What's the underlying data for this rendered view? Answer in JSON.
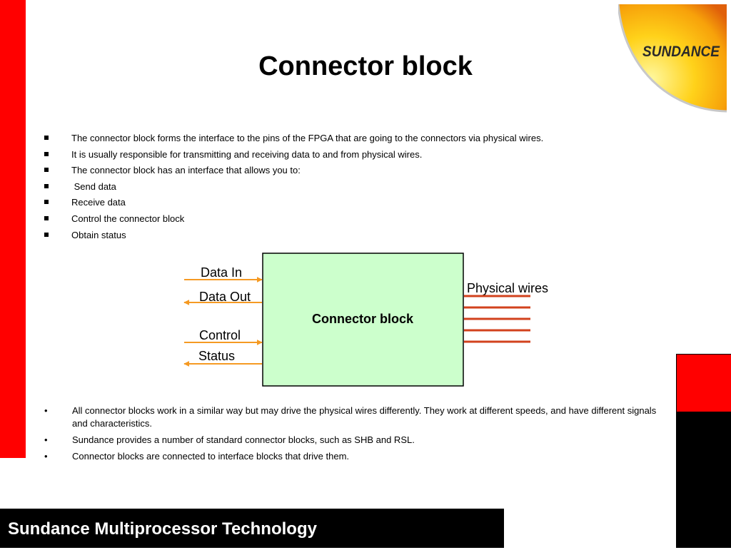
{
  "slide": {
    "title": "Connector block",
    "logo_text": "SUNDANCE",
    "footer": "Sundance Multiprocessor Technology"
  },
  "top_bullets": [
    "The connector block forms the interface to the pins of the FPGA that are going to the connectors via physical wires.",
    "It is usually responsible for transmitting and receiving data to and from physical wires.",
    "The connector block has an interface that allows you to:",
    " Send data",
    "Receive data",
    "Control the connector block",
    "Obtain status"
  ],
  "diagram": {
    "block_label": "Connector block",
    "inputs": [
      "Data In",
      "Data Out",
      "Control",
      "Status"
    ],
    "wires_label": "Physical wires",
    "wire_count": 5
  },
  "bottom_bullets": [
    "All connector blocks work in a similar way but may drive the physical wires differently. They work at different speeds, and have different signals and characteristics.",
    "Sundance provides a number of standard connector blocks, such as SHB and RSL.",
    "Connector blocks are connected to interface blocks that drive them."
  ],
  "colors": {
    "accent_red": "#ff0000",
    "block_fill": "#ccffcc",
    "arrow_orange": "#f59a23",
    "wire_red": "#d2421d"
  }
}
